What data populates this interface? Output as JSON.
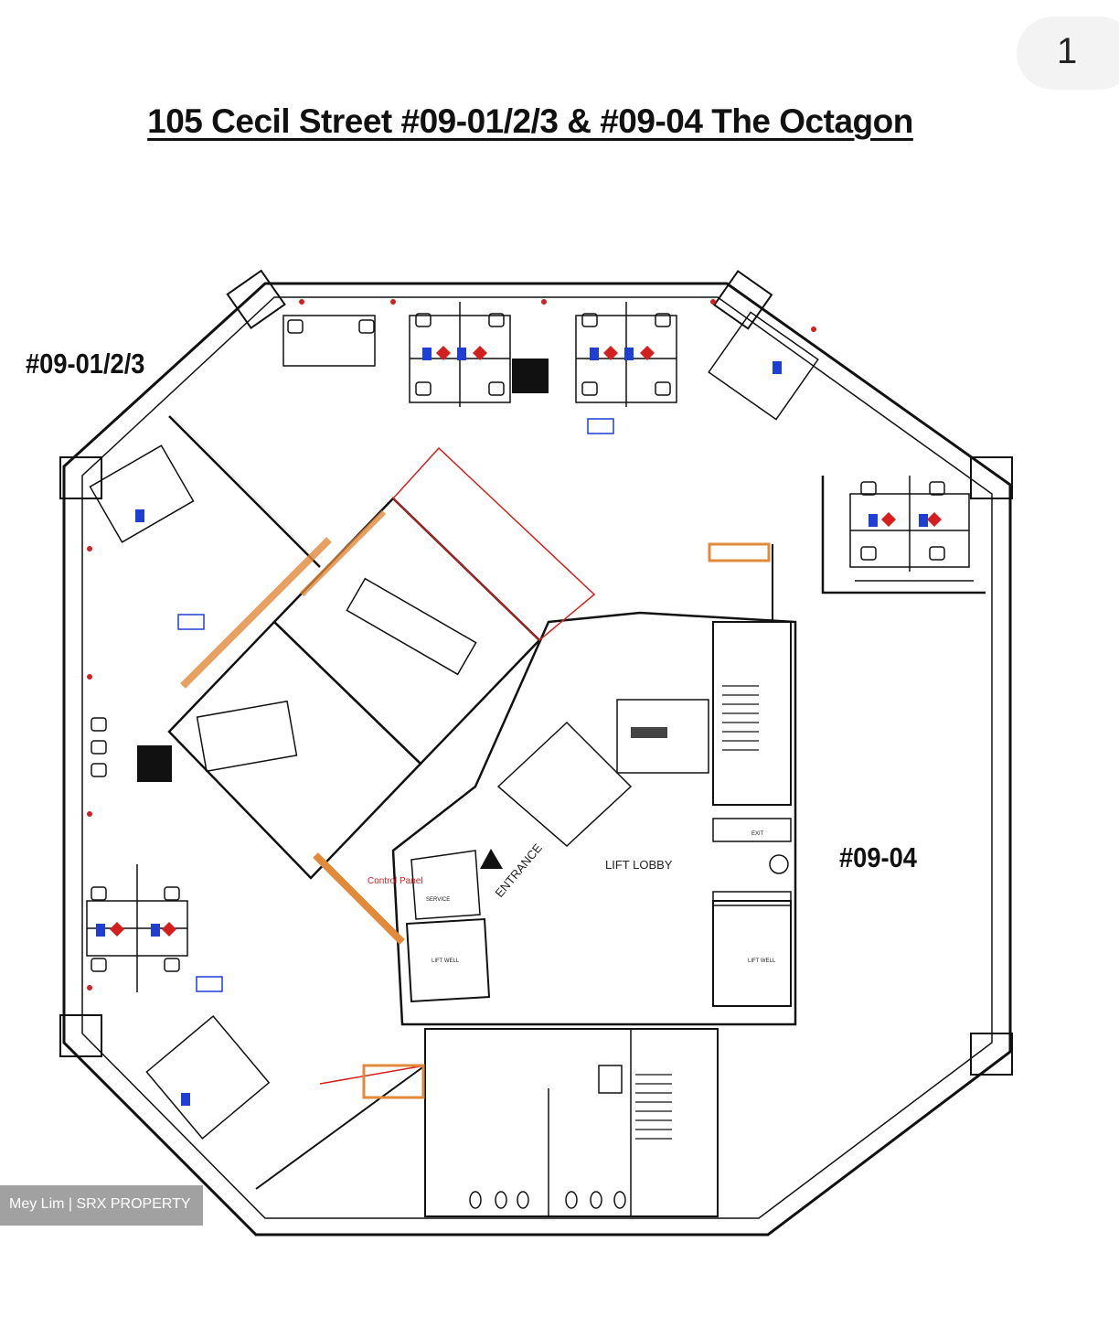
{
  "page_number": "1",
  "title": "105 Cecil Street #09-01/2/3 & #09-04 The Octagon",
  "units": {
    "left": "#09-01/2/3",
    "right": "#09-04"
  },
  "plan_labels": {
    "lift_lobby": "LIFT LOBBY",
    "entrance": "ENTRANCE",
    "control_panel": "Control Panel",
    "service": "SERVICE",
    "lift_well_left": "LIFT WELL",
    "lift_well_right": "LIFT WELL",
    "exit": "EXIT"
  },
  "watermark": "Mey Lim | SRX PROPERTY",
  "colors": {
    "wall": "#111111",
    "red_marks": "#d41f1f",
    "blue_marks": "#1f3fd4",
    "partition_orange": "#e08a3a"
  }
}
